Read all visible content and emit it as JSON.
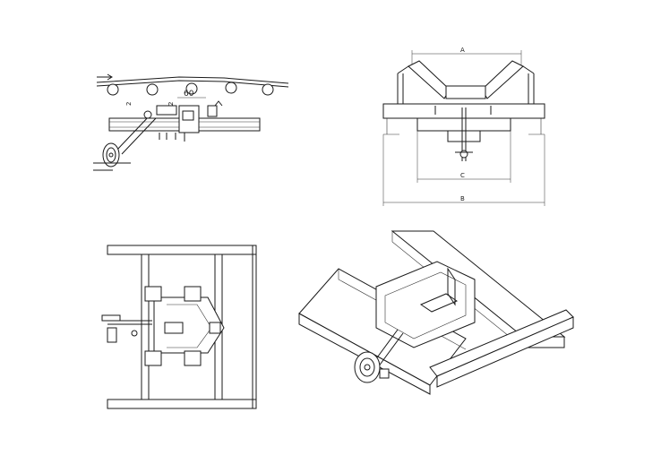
{
  "views": {
    "side": {
      "dim_60": "60",
      "mark_2a": "2",
      "mark_2b": "2"
    },
    "front": {
      "dim_a": "A",
      "dim_b": "B",
      "dim_c": "C"
    },
    "top": {},
    "iso": {}
  }
}
